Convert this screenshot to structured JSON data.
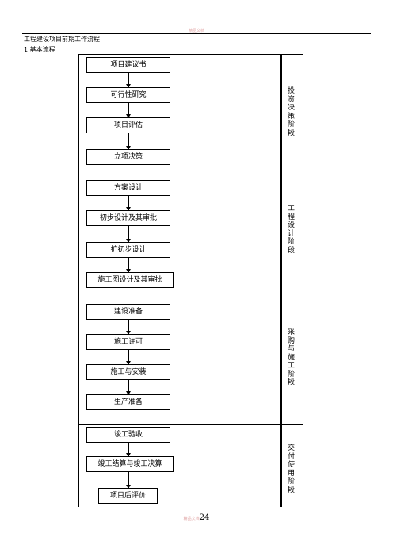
{
  "header": {
    "mark": "精品文档"
  },
  "document": {
    "title": "工程建设项目前期工作流程",
    "subtitle": "1.基本流程"
  },
  "phases": [
    {
      "label": "投资决策阶段",
      "steps": [
        "项目建议书",
        "可行性研究",
        "项目评估",
        "立项决策"
      ]
    },
    {
      "label": "工程设计阶段",
      "steps": [
        "方案设计",
        "初步设计及其审批",
        "扩初步设计",
        "施工图设计及其审批"
      ]
    },
    {
      "label": "采购与施工阶段",
      "steps": [
        "建设准备",
        "施工许可",
        "施工与安装",
        "生产准备"
      ]
    },
    {
      "label": "交付使用阶段",
      "steps": [
        "竣工验收",
        "竣工结算与竣工决算",
        "项目后评价"
      ]
    }
  ],
  "footer": {
    "mark": "精品文档",
    "page": "24"
  }
}
